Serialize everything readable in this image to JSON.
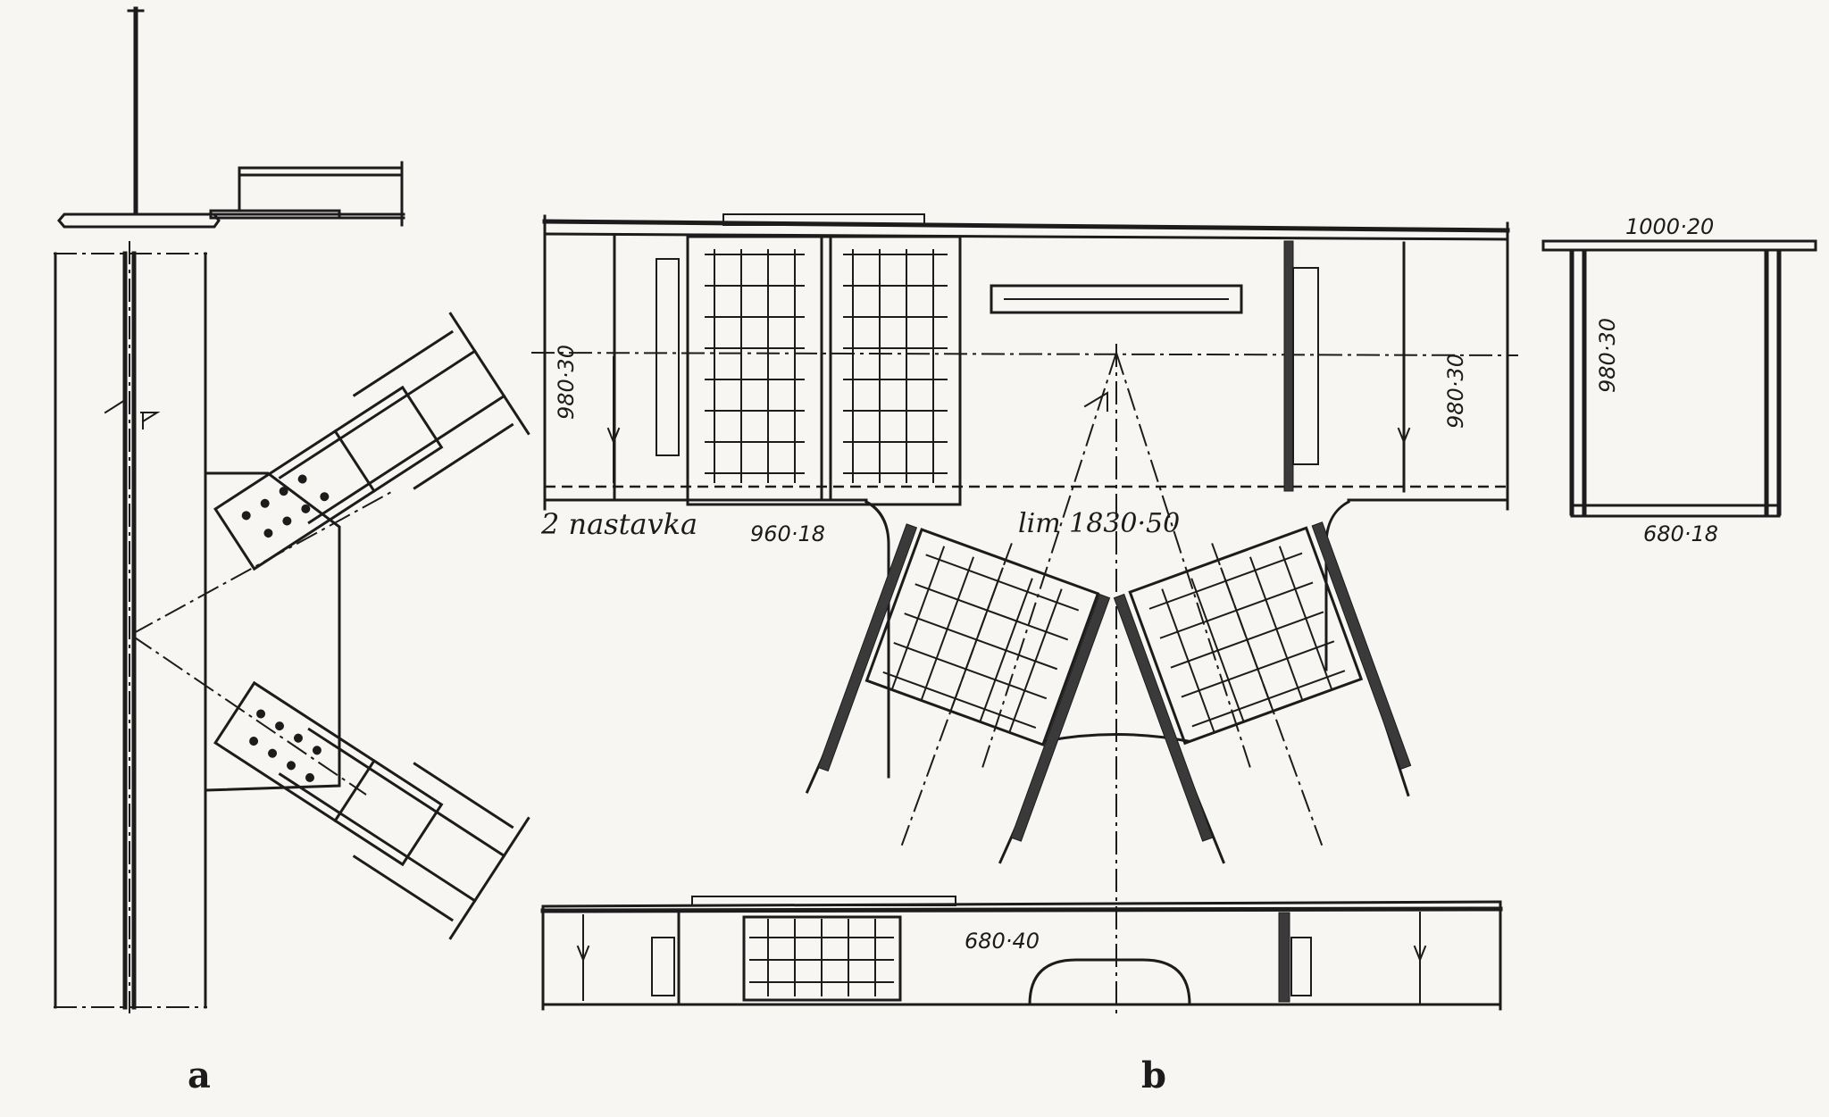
{
  "figure": {
    "panel_a_label": "a",
    "panel_b_label": "b"
  },
  "labels": {
    "top_flange_section": "1000·20",
    "web_section": "980·30",
    "bottom_flange_section": "680·18",
    "web_left": "980·30",
    "web_right": "980·30",
    "splice": "2 nastavka",
    "splice_size": "960·18",
    "gusset": "lim 1830·50",
    "bottom_chord": "680·40"
  }
}
